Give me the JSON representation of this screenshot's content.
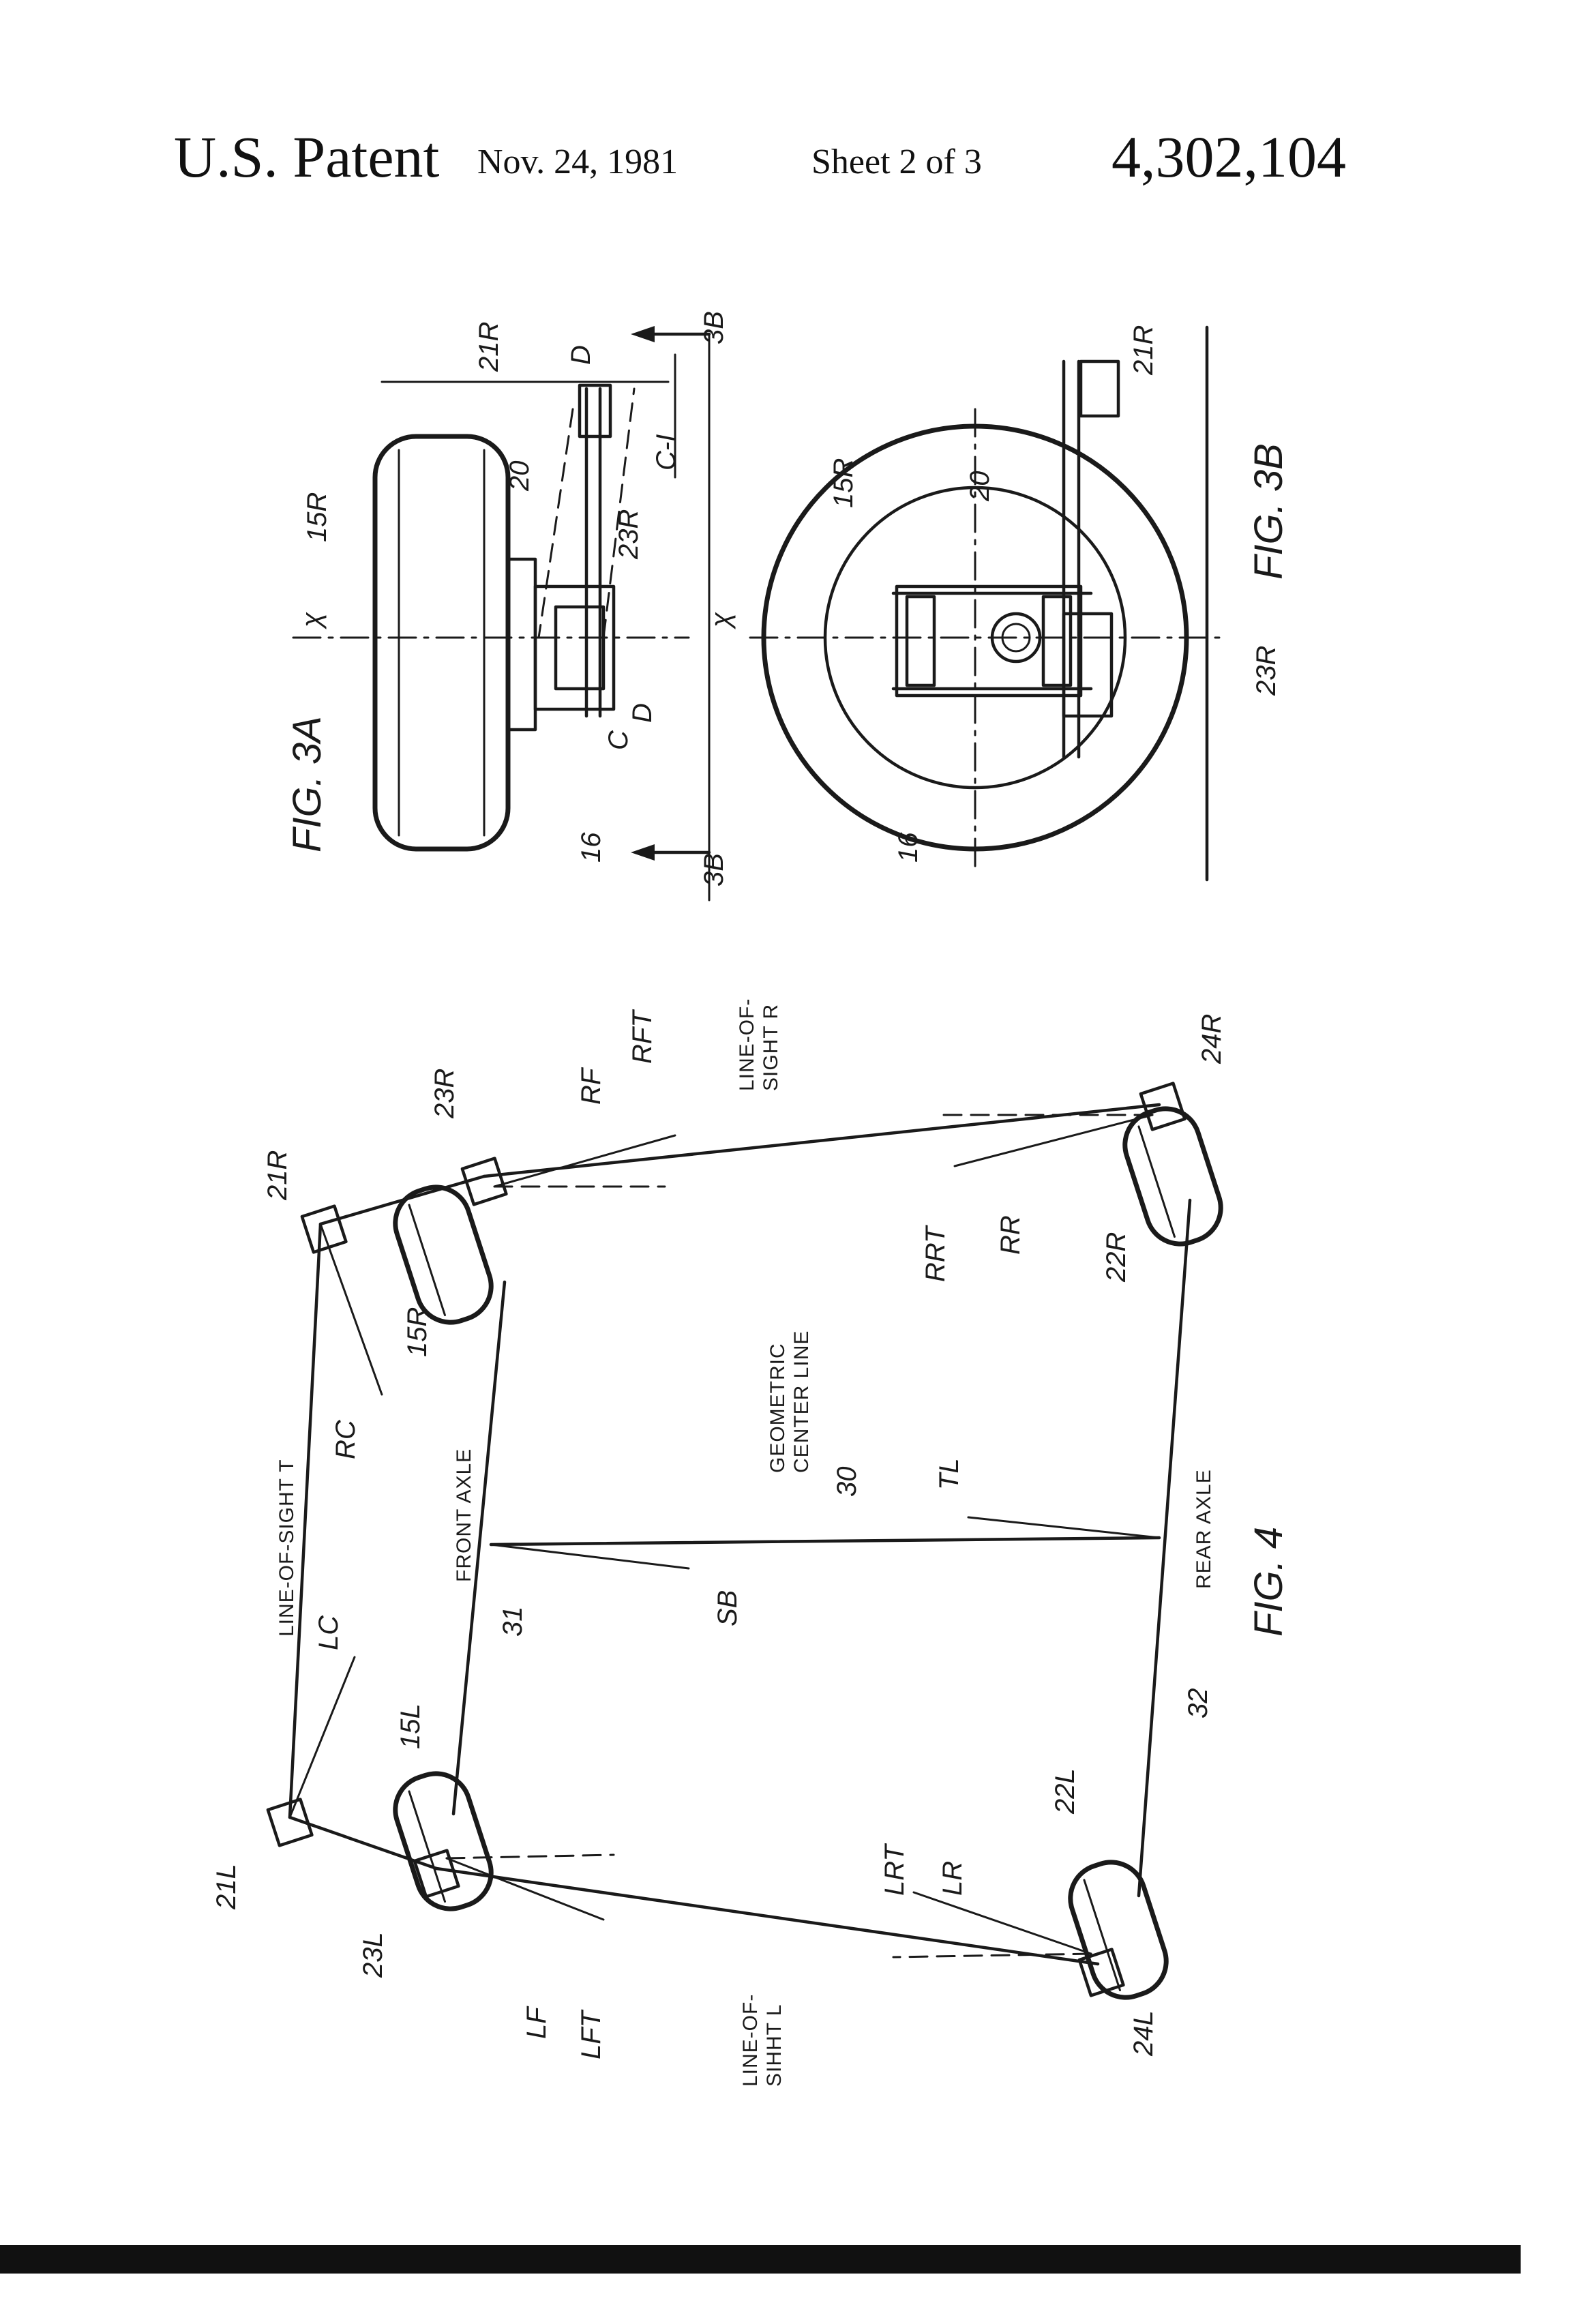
{
  "header": {
    "patent_label": "U.S. Patent",
    "date": "Nov. 24, 1981",
    "sheet": "Sheet 2 of 3",
    "patent_number": "4,302,104"
  },
  "fig3a": {
    "caption": "FIG. 3A",
    "labels": {
      "wheel": "15R",
      "arm": "20",
      "instrument_front": "21R",
      "instrument_mid": "23R",
      "clamp": "16",
      "C": "C",
      "C1": "C-I",
      "D_top": "D",
      "D_bottom": "D",
      "x_top": "χ",
      "x_bottom": "χ",
      "section_top": "3B",
      "section_bottom": "3B"
    }
  },
  "fig3b": {
    "caption": "FIG. 3B",
    "labels": {
      "wheel": "15R",
      "arm": "20",
      "instrument_front": "21R",
      "instrument_mid": "23R",
      "clamp": "16"
    }
  },
  "fig4": {
    "caption": "FIG. 4",
    "text": {
      "line_of_sight_t": "LINE-OF-SIGHT T",
      "line_of_sight_r_1": "LINE-OF-",
      "line_of_sight_r_2": "SIGHT R",
      "line_of_sight_l_1": "LINE-OF-",
      "line_of_sight_l_2": "SIHHT L",
      "front_axle": "FRONT AXLE",
      "rear_axle": "REAR AXLE",
      "geometric_1": "GEOMETRIC",
      "geometric_2": "CENTER LINE"
    },
    "labels": {
      "l21R": "21R",
      "l23R": "23R",
      "l24R": "24R",
      "l15R": "15R",
      "l22R": "22R",
      "l21L": "21L",
      "l23L": "23L",
      "l24L": "24L",
      "l15L": "15L",
      "l22L": "22L",
      "RF": "RF",
      "RFT": "RFT",
      "RRT": "RRT",
      "RR": "RR",
      "RC": "RC",
      "LC": "LC",
      "LF": "LF",
      "LFT": "LFT",
      "LRT": "LRT",
      "LR": "LR",
      "SB": "SB",
      "TL": "TL",
      "n30": "30",
      "n31": "31",
      "n32": "32"
    }
  }
}
